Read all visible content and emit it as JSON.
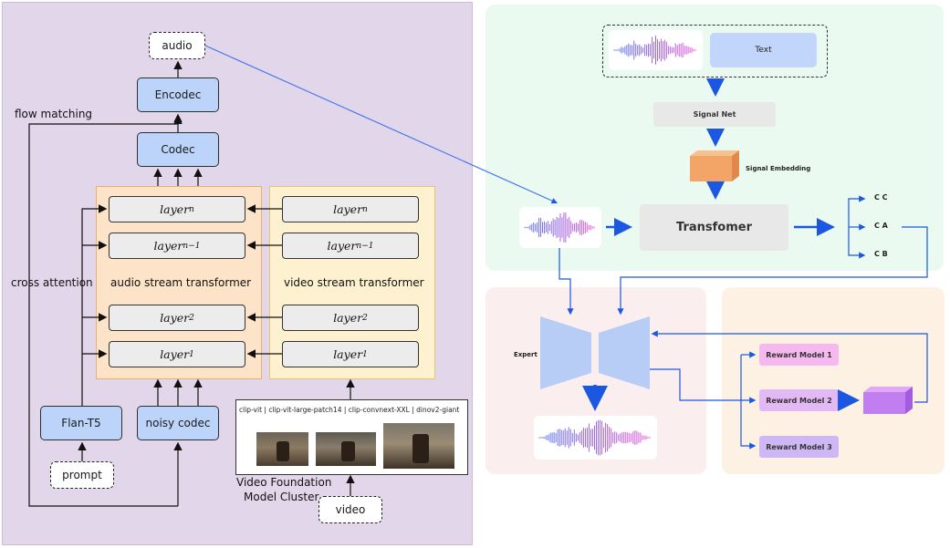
{
  "left": {
    "audio": "audio",
    "encodec": "Encodec",
    "codec": "Codec",
    "flow_matching": "flow matching",
    "cross_attention": "cross attention",
    "audio_stream": "audio stream transformer",
    "video_stream": "video stream transformer",
    "layer_name": "layer",
    "sub_n": "n",
    "sub_n1": "n−1",
    "sub_2": "2",
    "sub_1": "1",
    "flan": "Flan-T5",
    "noisy": "noisy codec",
    "prompt": "prompt",
    "video": "video",
    "models": "clip-vit | clip-vit-large-patch14 | clip-convnext-XXL | dinov2-giant",
    "cluster_line1": "Video Foundation",
    "cluster_line2": "Model Cluster"
  },
  "right": {
    "text": "Text",
    "signal_net": "Signal Net",
    "signal_embedding": "Signal Embedding",
    "transformer": "Transfomer",
    "cc": "C C",
    "ca": "C A",
    "cb": "C B",
    "expert": "Expert",
    "reward1": "Reward Model 1",
    "reward2": "Reward Model 2",
    "reward3": "Reward Model 3"
  },
  "colors": {
    "left_bg": "#e2d6ea",
    "green_bg": "#eafaf0",
    "pink_bg": "#fbeeee",
    "peach_bg": "#fdf1e4",
    "codec_blue": "#bcd4f9",
    "audio_panel": "#fde3c7",
    "video_panel": "#fdf1cf",
    "arrow_blue": "#1b57e0"
  }
}
